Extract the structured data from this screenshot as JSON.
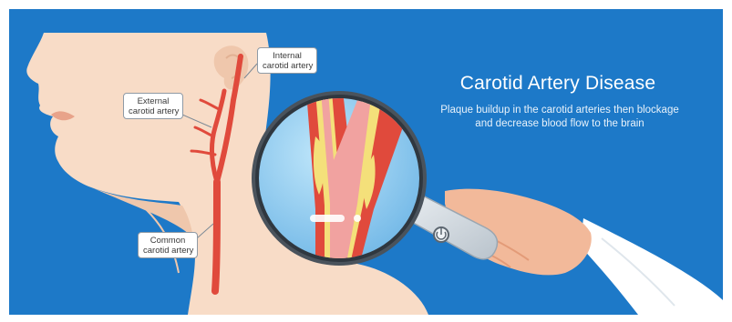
{
  "colors": {
    "background": "#1d79c8",
    "skin": "#f8dcc7",
    "skin_shadow": "#efc7ac",
    "artery": "#e04a3c",
    "lens_fill": "#9fd4f2",
    "plaque": "#f4e07a",
    "sleeve": "#ffffff"
  },
  "labels": {
    "internal": {
      "line1": "Internal",
      "line2": "carotid artery"
    },
    "external": {
      "line1": "External",
      "line2": "carotid artery"
    },
    "common": {
      "line1": "Common",
      "line2": "carotid artery"
    }
  },
  "heading": {
    "title": "Carotid Artery Disease",
    "subtitle_line1": "Plaque buildup in the carotid arteries then blockage",
    "subtitle_line2": "and decrease blood flow to the brain"
  },
  "icons": {
    "magnifier": "magnifying-glass-icon",
    "lens_button": "power-button-icon"
  }
}
